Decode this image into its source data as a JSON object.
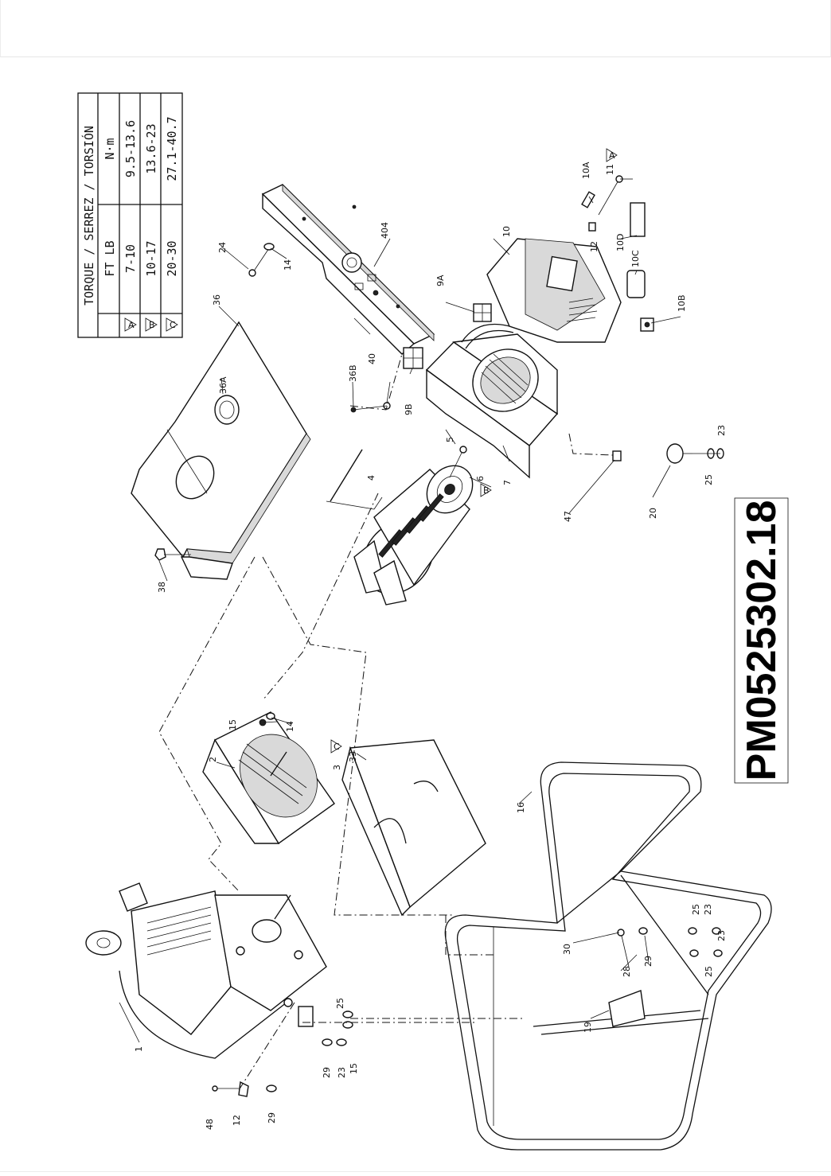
{
  "torque_table": {
    "title": "TORQUE / SERREZ / TORSIÓN",
    "col_ftlb": "FT LB",
    "col_nm": "N·m",
    "rows": [
      {
        "mark": "A",
        "ftlb": "7-10",
        "nm": "9.5-13.6"
      },
      {
        "mark": "B",
        "ftlb": "10-17",
        "nm": "13.6-23"
      },
      {
        "mark": "C",
        "ftlb": "20-30",
        "nm": "27.1-40.7"
      }
    ]
  },
  "doc_number": "PM0525302.18",
  "labels": {
    "p1": "1",
    "p2": "2",
    "p3": "3",
    "p4": "4",
    "p5": "5",
    "p6": "6",
    "p7": "7",
    "p9a": "9A",
    "p9b": "9B",
    "p10": "10",
    "p10a": "10A",
    "p10b": "10B",
    "p10c": "10C",
    "p10d": "10D",
    "p11": "11",
    "p12a": "12",
    "p12b": "12",
    "p14a": "14",
    "p14b": "14",
    "p15a": "15",
    "p15b": "15",
    "p16": "16",
    "p19": "19",
    "p20": "20",
    "p23a": "23",
    "p23b": "23",
    "p23c": "23",
    "p23d": "23",
    "p24": "24",
    "p25a": "25",
    "p25b": "25",
    "p25c": "25",
    "p25d": "25",
    "p28": "28",
    "p29a": "29",
    "p29b": "29",
    "p29c": "29",
    "p30": "30",
    "p33": "33",
    "p36": "36",
    "p36a": "36A",
    "p36b": "36B",
    "p38": "38",
    "p40": "40",
    "p404": "404",
    "p47": "47",
    "p48": "48"
  },
  "torque_marks": {
    "m3": "C",
    "m6": "B",
    "m11": "A"
  }
}
